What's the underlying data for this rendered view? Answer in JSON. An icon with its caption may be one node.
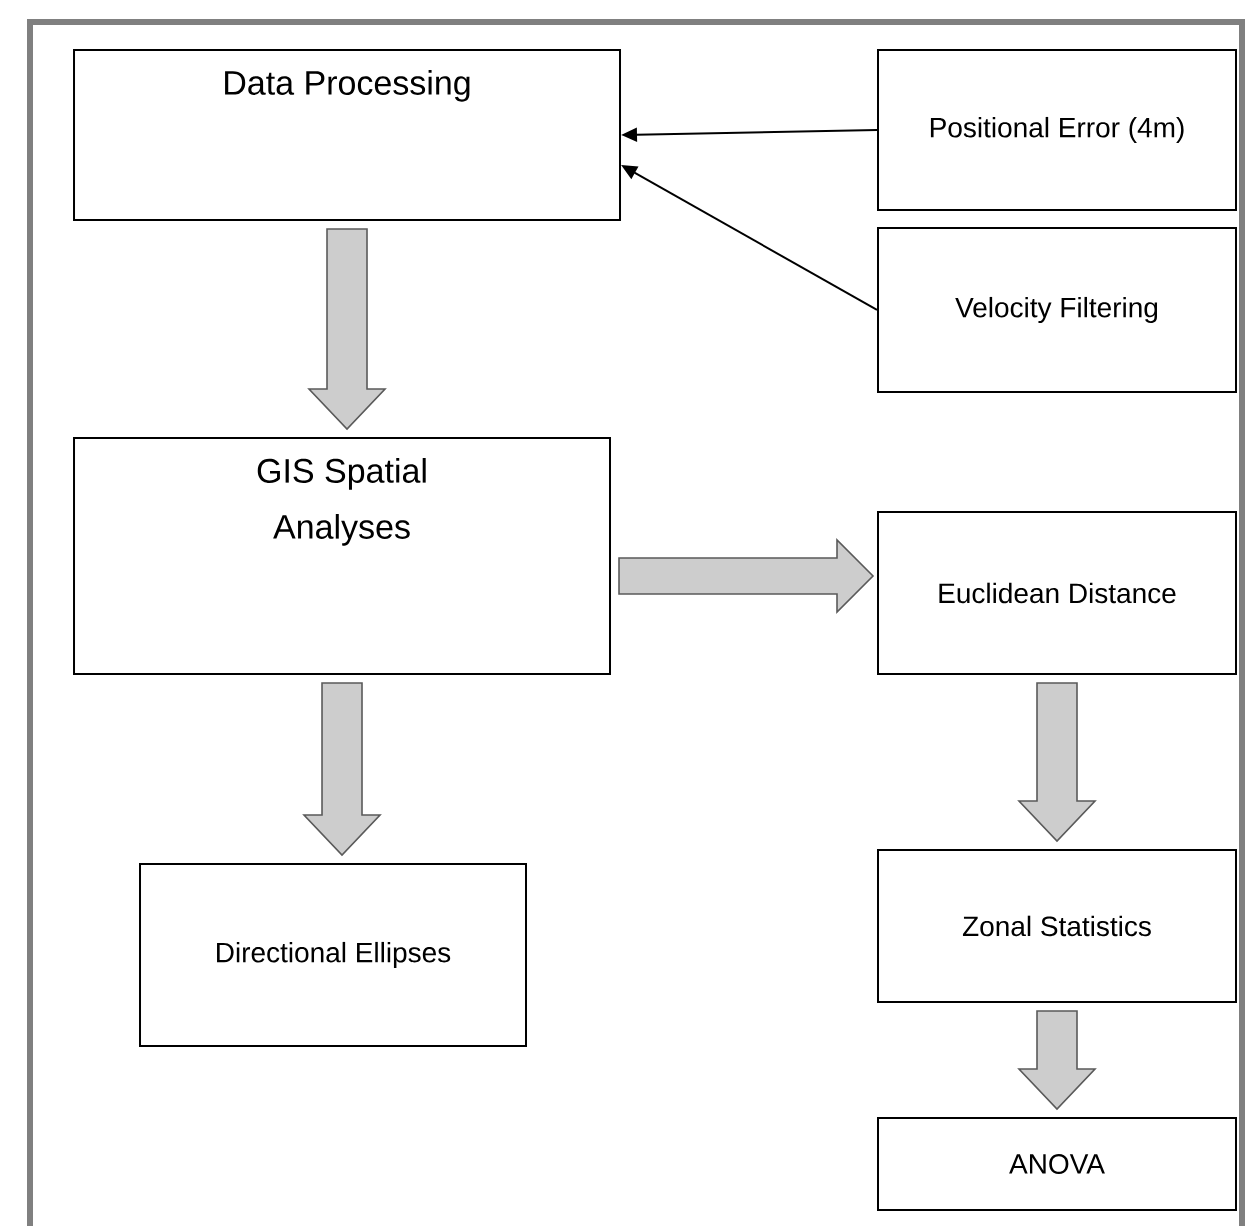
{
  "diagram": {
    "nodes": [
      {
        "text": [
          "Data Processing"
        ]
      },
      {
        "text": [
          "Positional Error (4m)"
        ]
      },
      {
        "text": [
          "Velocity Filtering"
        ]
      },
      {
        "text": [
          "GIS Spatial Analyses"
        ]
      },
      {
        "text": [
          "Euclidean Distance"
        ]
      },
      {
        "text": [
          "Directional Ellipses"
        ]
      },
      {
        "text": [
          "Zonal Statistics"
        ]
      },
      {
        "text": [
          "ANOVA"
        ]
      }
    ],
    "edges": [
      {
        "from": 1,
        "to": 0,
        "arrow": "to"
      },
      {
        "from": 2,
        "to": 0,
        "arrow": "to"
      },
      {
        "from": 0,
        "to": 3,
        "arrow": "to",
        "style": "thick"
      },
      {
        "from": 3,
        "to": 4,
        "arrow": "to",
        "style": "thick"
      },
      {
        "from": 3,
        "to": 5,
        "arrow": "to",
        "style": "thick"
      },
      {
        "from": 4,
        "to": 6,
        "arrow": "to",
        "style": "thick"
      },
      {
        "from": 6,
        "to": 7,
        "arrow": "to",
        "style": "thick"
      }
    ]
  }
}
